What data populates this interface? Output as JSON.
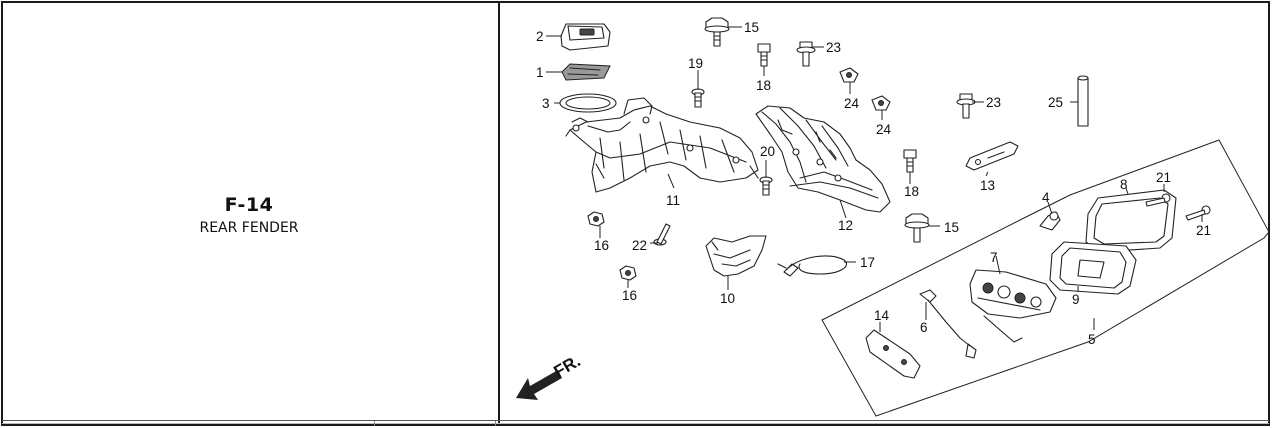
{
  "figure": {
    "code": "F-14",
    "name": "REAR FENDER"
  },
  "direction_label": "FR.",
  "callouts": [
    {
      "id": "c1",
      "num": "1"
    },
    {
      "id": "c2",
      "num": "2"
    },
    {
      "id": "c3",
      "num": "3"
    },
    {
      "id": "c4",
      "num": "4"
    },
    {
      "id": "c5",
      "num": "5"
    },
    {
      "id": "c6",
      "num": "6"
    },
    {
      "id": "c7",
      "num": "7"
    },
    {
      "id": "c8",
      "num": "8"
    },
    {
      "id": "c9",
      "num": "9"
    },
    {
      "id": "c10",
      "num": "10"
    },
    {
      "id": "c11",
      "num": "11"
    },
    {
      "id": "c12",
      "num": "12"
    },
    {
      "id": "c13",
      "num": "13"
    },
    {
      "id": "c14",
      "num": "14"
    },
    {
      "id": "c15a",
      "num": "15"
    },
    {
      "id": "c15b",
      "num": "15"
    },
    {
      "id": "c16a",
      "num": "16"
    },
    {
      "id": "c16b",
      "num": "16"
    },
    {
      "id": "c17",
      "num": "17"
    },
    {
      "id": "c18a",
      "num": "18"
    },
    {
      "id": "c18b",
      "num": "18"
    },
    {
      "id": "c19",
      "num": "19"
    },
    {
      "id": "c20",
      "num": "20"
    },
    {
      "id": "c21a",
      "num": "21"
    },
    {
      "id": "c21b",
      "num": "21"
    },
    {
      "id": "c22",
      "num": "22"
    },
    {
      "id": "c23a",
      "num": "23"
    },
    {
      "id": "c23b",
      "num": "23"
    },
    {
      "id": "c24a",
      "num": "24"
    },
    {
      "id": "c24b",
      "num": "24"
    },
    {
      "id": "c25",
      "num": "25"
    }
  ]
}
